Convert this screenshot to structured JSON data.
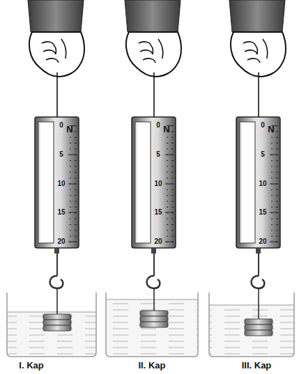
{
  "diagram": {
    "labels": [
      "0",
      "N",
      "5",
      "10",
      "15",
      "20",
      "0",
      "N",
      "5",
      "10",
      "15",
      "20",
      "0",
      "N",
      "5",
      "10",
      "15",
      "20",
      "I. Kap",
      "II. Kap",
      "III. Kap"
    ]
  }
}
